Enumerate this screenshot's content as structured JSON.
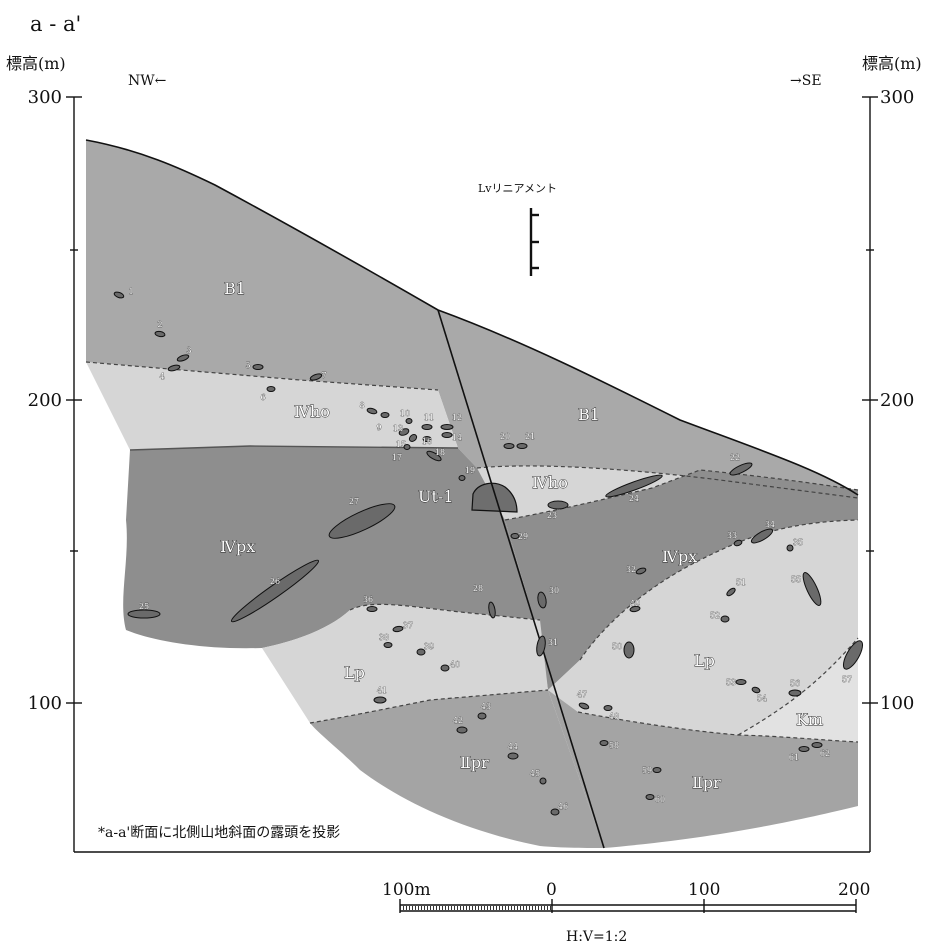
{
  "title": "a - a'",
  "axis": {
    "left_label": "標高(m)",
    "right_label": "標高(m)",
    "ticks": [
      "300",
      "200",
      "100"
    ]
  },
  "direction": {
    "left": "NW←",
    "right": "→SE"
  },
  "lineament": {
    "label": "Lvリニアメント"
  },
  "units": [
    {
      "id": "B1",
      "label": "B1",
      "shade": "#a9a9a9"
    },
    {
      "id": "IVho",
      "label": "Ⅳho",
      "shade": "#d6d6d6"
    },
    {
      "id": "IVpx",
      "label": "Ⅳpx",
      "shade": "#8e8e8e"
    },
    {
      "id": "Ut-1",
      "label": "Ut-1",
      "shade": "#6e6e6e"
    },
    {
      "id": "Lp",
      "label": "Lp",
      "shade": "#d6d6d6"
    },
    {
      "id": "IIpr",
      "label": "Ⅱpr",
      "shade": "#a4a4a4"
    },
    {
      "id": "Km",
      "label": "Km",
      "shade": "#e2e2e2"
    }
  ],
  "outcrops": [
    "1",
    "2",
    "3",
    "4",
    "5",
    "6",
    "7",
    "8",
    "9",
    "10",
    "11",
    "12",
    "13",
    "14",
    "15",
    "16",
    "17",
    "18",
    "19",
    "20",
    "21",
    "22",
    "23",
    "24",
    "25",
    "26",
    "27",
    "28",
    "29",
    "30",
    "31",
    "32",
    "33",
    "34",
    "35",
    "36",
    "37",
    "38",
    "39",
    "40",
    "41",
    "42",
    "43",
    "44",
    "45",
    "46",
    "47",
    "48",
    "49",
    "50",
    "51",
    "52",
    "53",
    "54",
    "55",
    "56",
    "57",
    "58",
    "59",
    "60",
    "61",
    "62"
  ],
  "note": "*a-a'断面に北側山地斜面の露頭を投影",
  "scale": {
    "labels": [
      "100m",
      "0",
      "100",
      "200"
    ],
    "ratio": "H:V=1:2"
  }
}
